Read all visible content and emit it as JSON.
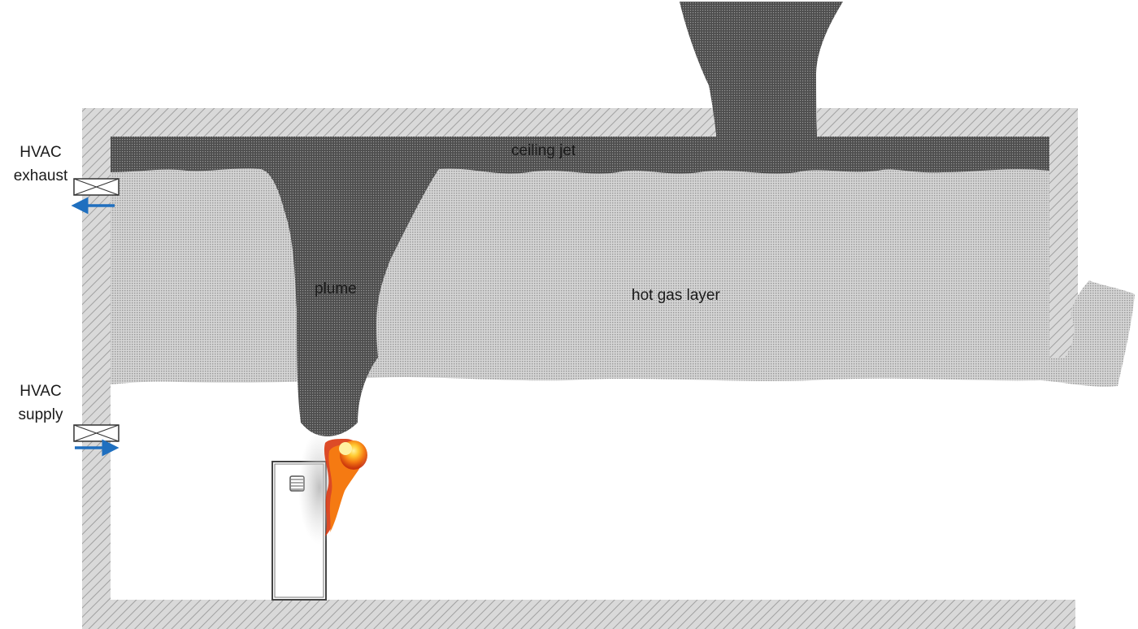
{
  "diagram": {
    "type": "compartment-fire-schematic",
    "labels": {
      "hvac_exhaust": [
        "HVAC",
        "exhaust"
      ],
      "hvac_supply": [
        "HVAC",
        "supply"
      ],
      "ceiling_jet": "ceiling jet",
      "plume": "plume",
      "hot_gas_layer": "hot gas layer"
    },
    "colors": {
      "wall_fill": "#d9d9d9",
      "wall_hatch": "#a6a6a6",
      "ceiling_jet": "#5f5f5f",
      "hot_gas_layer": "#c8c8c8",
      "arrow": "#1f6fbf",
      "flame_core": "#ffd23f",
      "flame_mid": "#f57a12",
      "flame_outer": "#d9370f",
      "smoke_light": "#c9c9c9"
    },
    "elements": {
      "exhaust_arrow_direction": "out",
      "supply_arrow_direction": "in"
    }
  }
}
